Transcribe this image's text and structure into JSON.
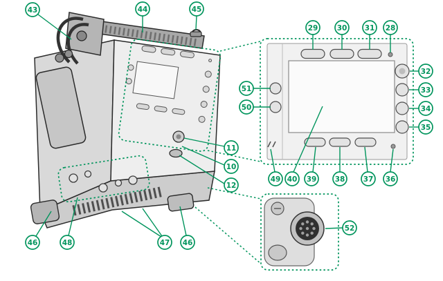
{
  "figure": {
    "accent_color": "#00945C",
    "background_color": "#ffffff",
    "callouts": {
      "c10": "10",
      "c11": "11",
      "c12": "12",
      "c28": "28",
      "c29": "29",
      "c30": "30",
      "c31": "31",
      "c32": "32",
      "c33": "33",
      "c34": "34",
      "c35": "35",
      "c36": "36",
      "c37": "37",
      "c38": "38",
      "c39": "39",
      "c40": "40",
      "c43": "43",
      "c44": "44",
      "c45": "45",
      "c46": "46",
      "c47": "47",
      "c48": "48",
      "c49": "49",
      "c50": "50",
      "c51": "51",
      "c52": "52"
    }
  }
}
